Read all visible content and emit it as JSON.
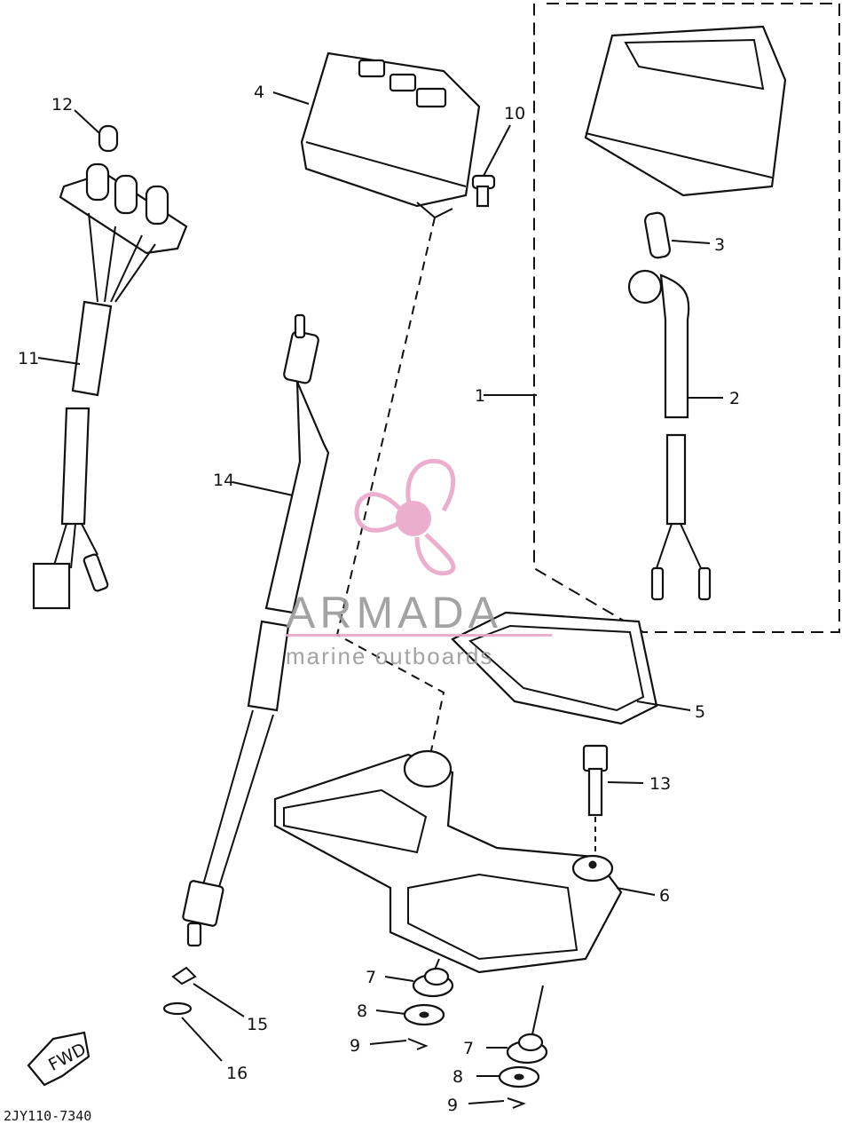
{
  "diagram": {
    "callouts": [
      "1",
      "2",
      "3",
      "4",
      "5",
      "6",
      "7",
      "8",
      "9",
      "10",
      "11",
      "12",
      "13",
      "14",
      "15",
      "16",
      "7",
      "8",
      "9"
    ],
    "fwd_label": "FWD",
    "drawing_code": "2JY110-7340"
  },
  "watermark": {
    "brand": "ARMADA",
    "tagline": "marine outboards",
    "color": "#e9a6c8"
  }
}
